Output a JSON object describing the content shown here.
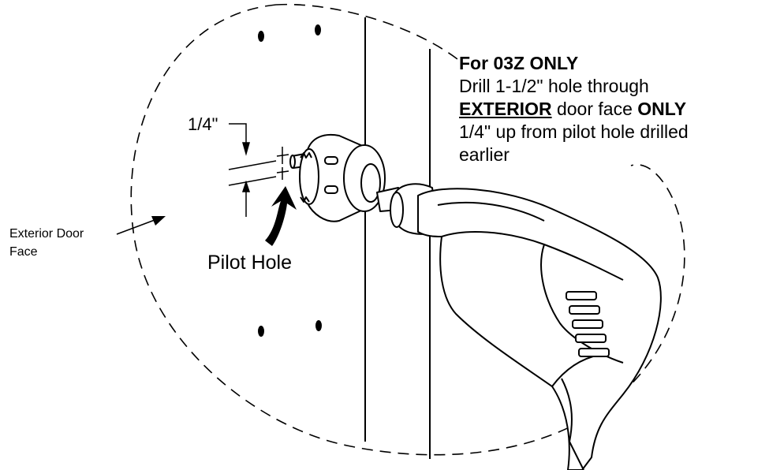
{
  "callout": {
    "title": "For 03Z ONLY",
    "line1": "Drill 1-1/2\" hole through",
    "line2_strong": "EXTERIOR",
    "line2_mid": " door face ",
    "line2_end": "ONLY",
    "line3": "1/4\" up from pilot hole drilled",
    "line4": "earlier"
  },
  "labels": {
    "dimension": "1/4\"",
    "pilot_hole": "Pilot Hole",
    "door_face_line1": "Exterior Door",
    "door_face_line2": "Face"
  }
}
